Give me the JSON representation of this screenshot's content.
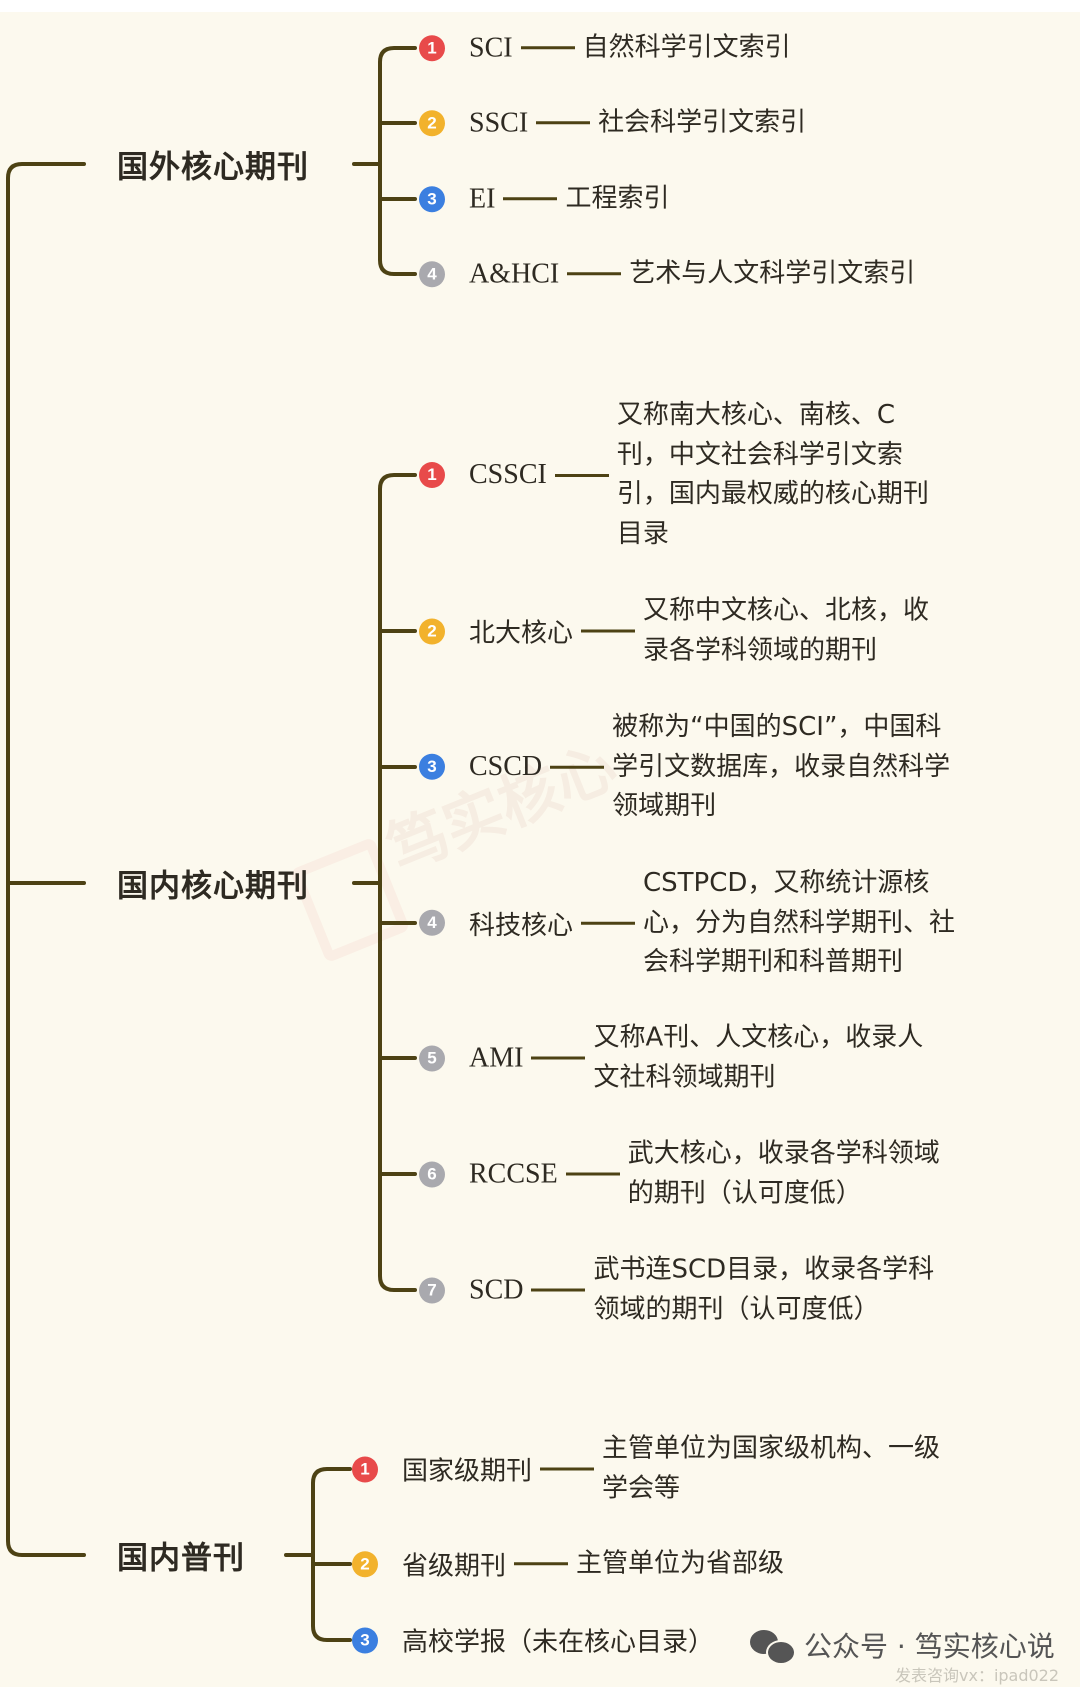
{
  "level1": {
    "foreign": "国外核心期刊",
    "domestic_core": "国内核心期刊",
    "domestic_general": "国内普刊"
  },
  "colors": {
    "line": "#4d4214",
    "badge1": "#e84a4a",
    "badge2": "#f2b22c",
    "badge3": "#3b7fe0",
    "badge_grey": "#a9a9ae",
    "background": "#fcf9ee"
  },
  "foreign": [
    {
      "num": "1",
      "label": "SCI",
      "desc": [
        "自然科学引文索引"
      ]
    },
    {
      "num": "2",
      "label": "SSCI",
      "desc": [
        "社会科学引文索引"
      ]
    },
    {
      "num": "3",
      "label": "EI",
      "desc": [
        "工程索引"
      ]
    },
    {
      "num": "4",
      "label": "A&HCI",
      "desc": [
        "艺术与人文科学引文索引"
      ]
    }
  ],
  "domestic_core": [
    {
      "num": "1",
      "label": "CSSCI",
      "desc": [
        "又称南大核心、南核、C",
        "刊，中文社会科学引文索",
        "引，国内最权威的核心期刊",
        "目录"
      ]
    },
    {
      "num": "2",
      "label": "北大核心",
      "desc": [
        "又称中文核心、北核，收",
        "录各学科领域的期刊"
      ]
    },
    {
      "num": "3",
      "label": "CSCD",
      "desc": [
        "被称为“中国的SCI”，中国科",
        "学引文数据库，收录自然科学",
        "领域期刊"
      ]
    },
    {
      "num": "4",
      "label": "科技核心",
      "desc": [
        "CSTPCD，又称统计源核",
        "心，分为自然科学期刊、社",
        "会科学期刊和科普期刊"
      ]
    },
    {
      "num": "5",
      "label": "AMI",
      "desc": [
        "又称A刊、人文核心，收录人",
        "文社科领域期刊"
      ]
    },
    {
      "num": "6",
      "label": "RCCSE",
      "desc": [
        "武大核心，收录各学科领域",
        "的期刊（认可度低）"
      ]
    },
    {
      "num": "7",
      "label": "SCD",
      "desc": [
        "武书连SCD目录，收录各学科",
        "领域的期刊（认可度低）"
      ]
    }
  ],
  "domestic_general": [
    {
      "num": "1",
      "label": "国家级期刊",
      "desc": [
        "主管单位为国家级机构、一级",
        "学会等"
      ]
    },
    {
      "num": "2",
      "label": "省级期刊",
      "desc": [
        "主管单位为省部级"
      ]
    },
    {
      "num": "3",
      "label": "高校学报（未在核心目录）"
    }
  ],
  "watermark": "笃实核心",
  "footer": {
    "account": "公众号 · 笃实核心说",
    "contact": "发表咨询vx：ipad022",
    "icon": "wechat-icon"
  }
}
